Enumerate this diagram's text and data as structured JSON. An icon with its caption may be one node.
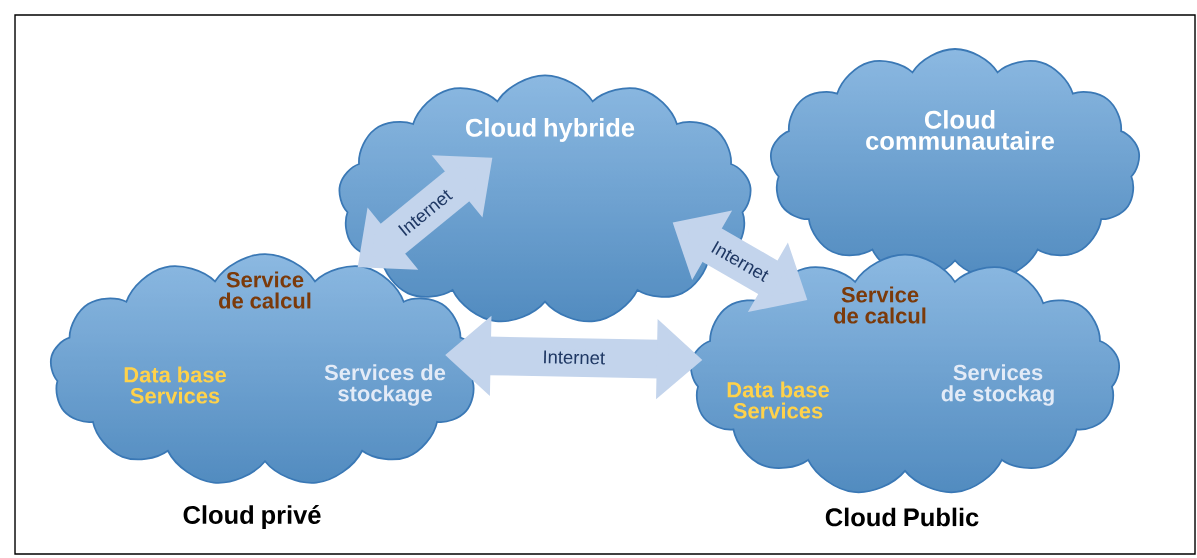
{
  "diagram": {
    "nodes": [
      {
        "text": [
          "Cloud hybride"
        ]
      },
      {
        "text": [
          "Cloud communautaire"
        ]
      },
      {
        "text": [
          "Service de calcul",
          "Data base Services",
          "Services de stockage",
          "Cloud privé"
        ]
      },
      {
        "text": [
          "Service de calcul",
          "Data base Services",
          "Services de stockag",
          "Cloud Public"
        ]
      }
    ],
    "edges": [
      {
        "from": 2,
        "to": 0,
        "arrow": "both",
        "label": "Internet"
      },
      {
        "from": 0,
        "to": 3,
        "arrow": "both",
        "label": "Internet"
      },
      {
        "from": 2,
        "to": 3,
        "arrow": "both",
        "label": "Internet"
      }
    ]
  }
}
